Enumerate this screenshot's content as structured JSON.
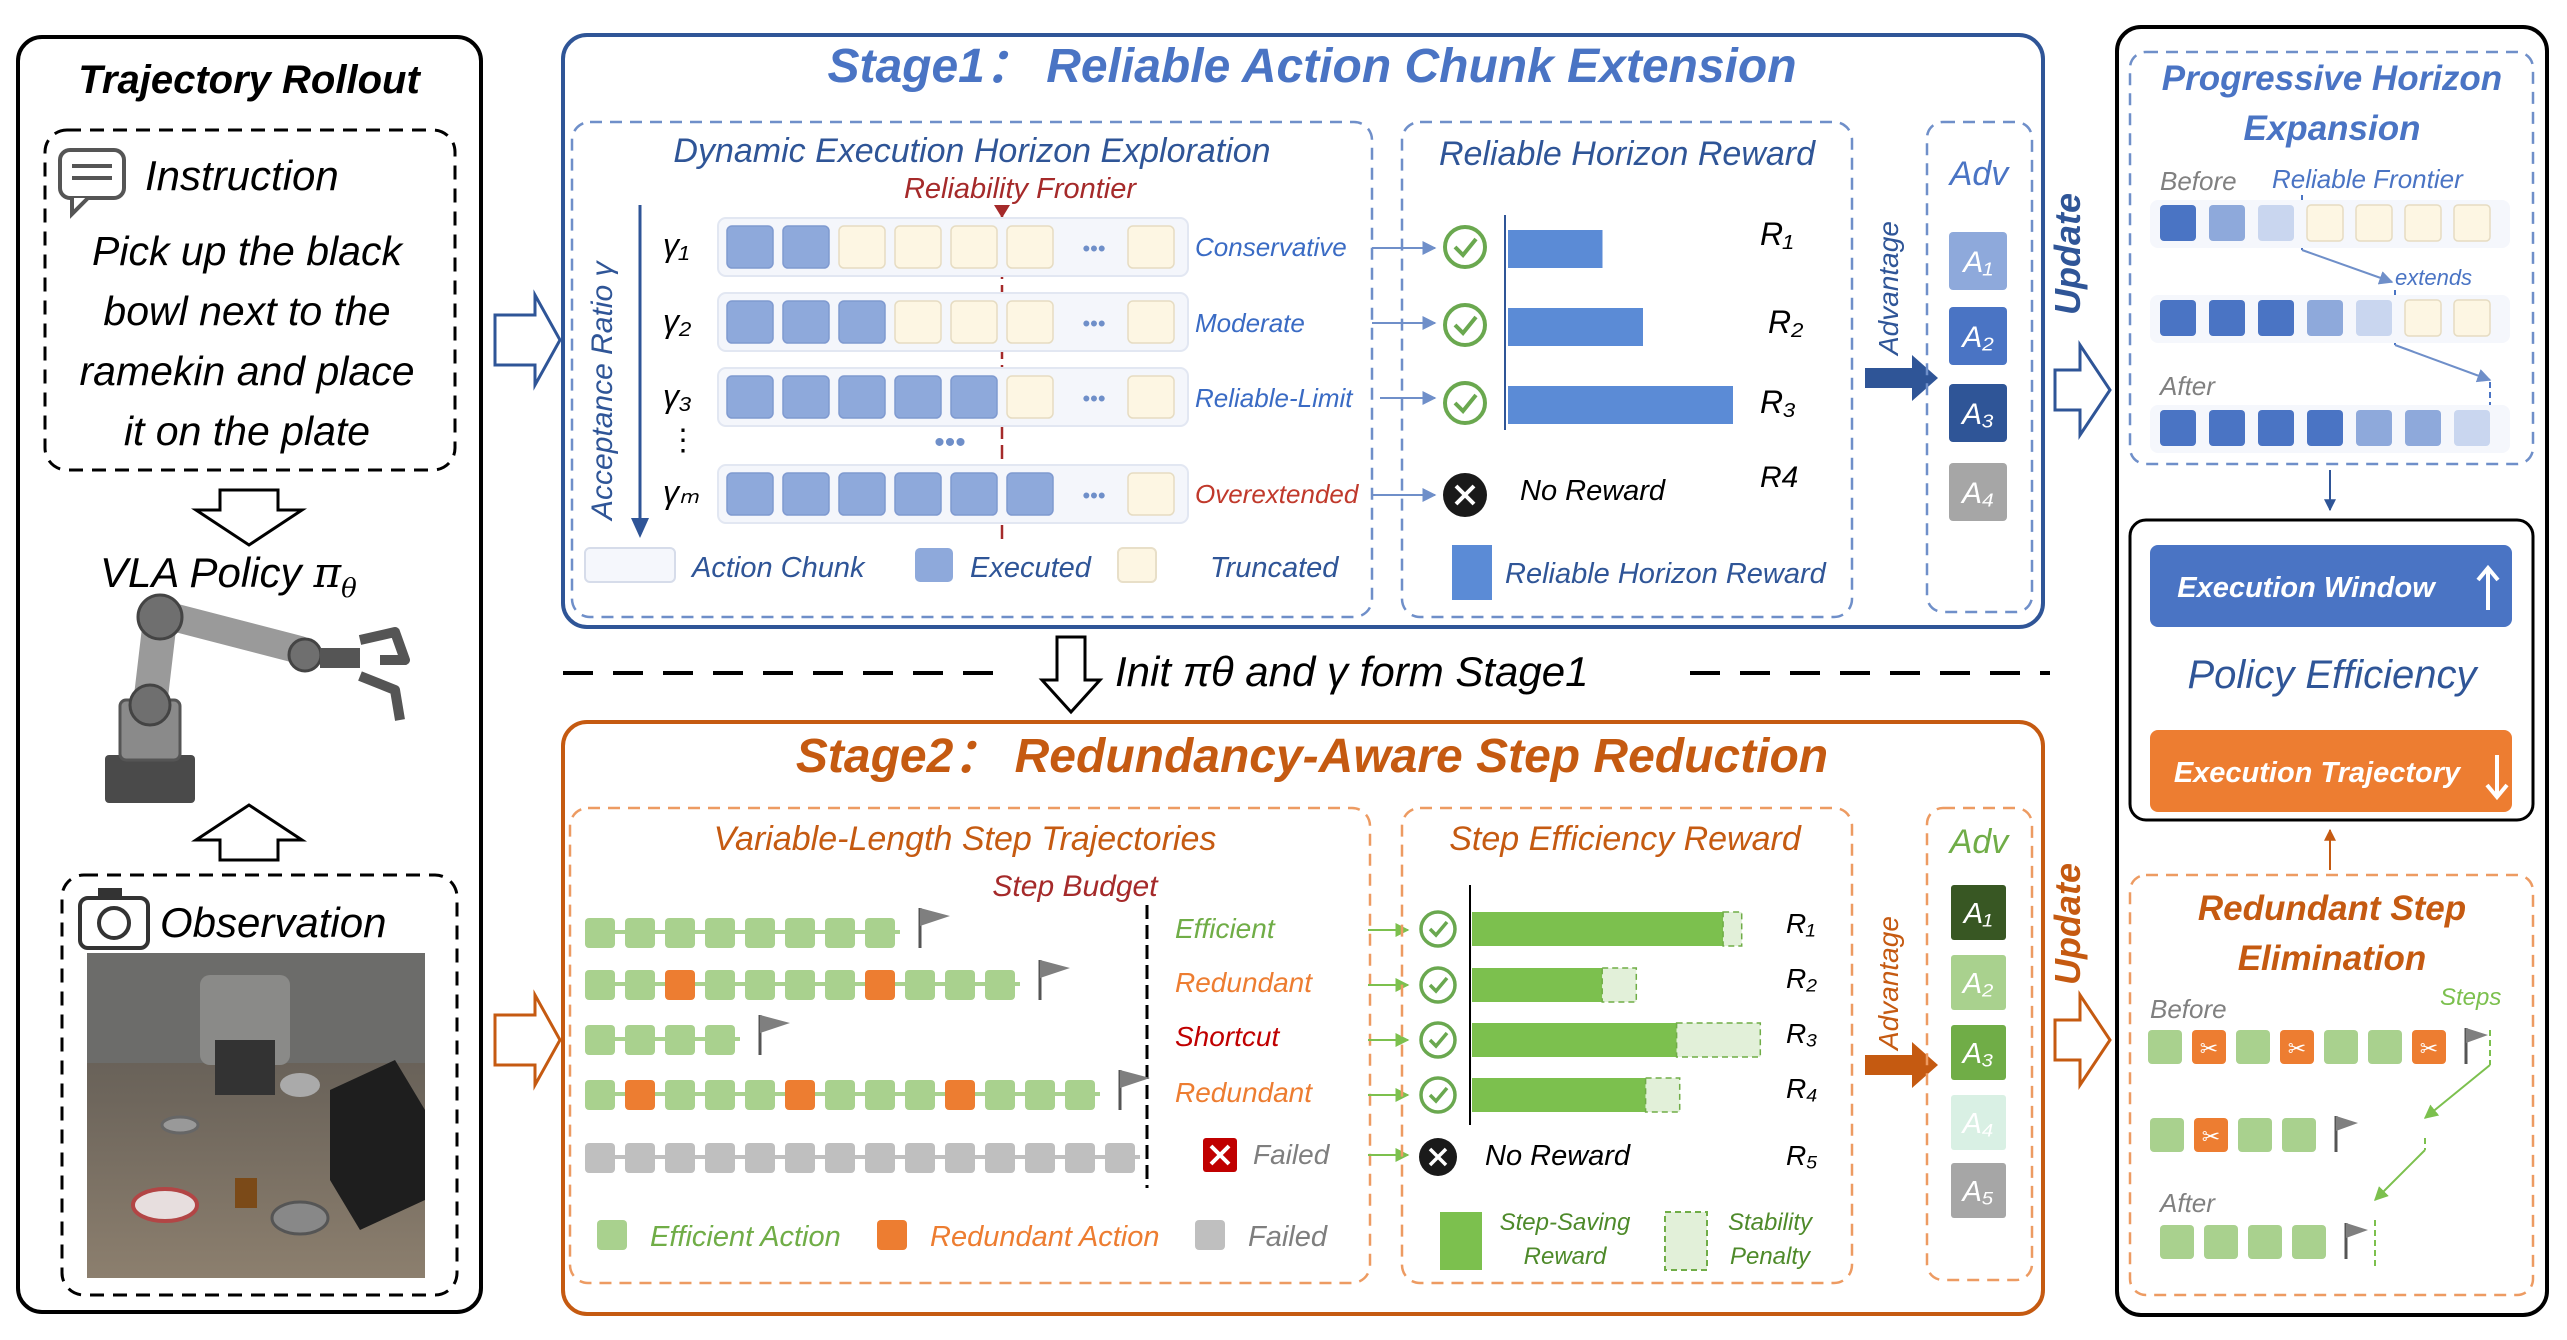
{
  "left": {
    "title": "Trajectory Rollout",
    "instruction_label": "Instruction",
    "instruction_lines": [
      "Pick up the black",
      "bowl next to the",
      "ramekin and place",
      "it on the plate"
    ],
    "policy": "VLA Policy",
    "observation_label": "Observation"
  },
  "stage1": {
    "title": "Stage1： Reliable Action Chunk Extension",
    "explore_title": "Dynamic Execution Horizon Exploration",
    "frontier": "Reliability Frontier",
    "axis": "Acceptance Ratio γ",
    "gammas": [
      "γ₁",
      "γ₂",
      "γ₃",
      "γₘ"
    ],
    "rows": [
      {
        "label": "Conservative",
        "exec": 2,
        "trunc": 5
      },
      {
        "label": "Moderate",
        "exec": 3,
        "trunc": 4
      },
      {
        "label": "Reliable-Limit",
        "exec": 5,
        "trunc": 2
      },
      {
        "label": "Overextended",
        "exec": 6,
        "trunc": 1
      }
    ],
    "legend": [
      "Action Chunk",
      "Executed",
      "Truncated"
    ],
    "reward_title": "Reliable Horizon Reward",
    "rewards": [
      {
        "name": "R₁",
        "value": 0.42,
        "ok": true
      },
      {
        "name": "R₂",
        "value": 0.6,
        "ok": true
      },
      {
        "name": "R₃",
        "value": 1.0,
        "ok": true
      },
      {
        "name": "R4",
        "value": 0,
        "ok": false
      }
    ],
    "no_reward": "No Reward",
    "reward_legend": "Reliable Horizon Reward",
    "advantage": "Advantage",
    "adv_title": "Adv",
    "adv": [
      "A₁",
      "A₂",
      "A₃",
      "A₄"
    ],
    "update": "Update"
  },
  "mid": {
    "init": "Init πθ and  γ  form Stage1"
  },
  "stage2": {
    "title": "Stage2： Redundancy-Aware Step Reduction",
    "traj_title": "Variable-Length Step Trajectories",
    "budget": "Step Budget",
    "rows": [
      {
        "label": "Efficient",
        "cells": "gggggggg",
        "flag": true
      },
      {
        "label": "Redundant",
        "cells": "ggrggggrggg",
        "flag": true
      },
      {
        "label": "Shortcut",
        "cells": "gggg",
        "flag": true
      },
      {
        "label": "Redundant",
        "cells": "grgggrgggrggg",
        "flag": true
      },
      {
        "label": "Failed",
        "cells": "xxxxxxxxxxxxxx",
        "flag": false
      }
    ],
    "legend": [
      "Efficient Action",
      "Redundant Action",
      "Failed"
    ],
    "reward_title": "Step Efficiency Reward",
    "rewards": [
      {
        "name": "R₁",
        "solid": 0.81,
        "penalty": 0.06
      },
      {
        "name": "R₂",
        "solid": 0.42,
        "penalty": 0.11
      },
      {
        "name": "R₃",
        "solid": 0.66,
        "penalty": 0.27
      },
      {
        "name": "R₄",
        "solid": 0.56,
        "penalty": 0.11
      },
      {
        "name": "R₅",
        "solid": 0,
        "penalty": 0
      }
    ],
    "no_reward": "No Reward",
    "legend_reward": [
      "Step-Saving",
      "Reward"
    ],
    "legend_penalty": [
      "Stability",
      "Penalty"
    ],
    "advantage": "Advantage",
    "adv_title": "Adv",
    "adv": [
      "A₁",
      "A₂",
      "A₃",
      "A₄",
      "A₅"
    ],
    "update": "Update"
  },
  "right": {
    "top_title": [
      "Progressive Horizon",
      "Expansion"
    ],
    "before": "Before",
    "frontier": "Reliable Frontier",
    "extends": "extends",
    "after": "After",
    "exec_window": "Execution Window",
    "efficiency": "Policy Efficiency",
    "exec_traj": "Execution Trajectory",
    "bottom_title": [
      "Redundant Step",
      "Elimination"
    ],
    "before2": "Before",
    "steps": "Steps",
    "after2": "After"
  },
  "colors": {
    "blue": "#2f5597",
    "blue_mid": "#4a74c4",
    "exec": "#8ea9db",
    "trunc": "#fdf6e3",
    "orange": "#c55a11",
    "green": "#92d050",
    "green_light": "#a9d18e",
    "red_cell": "#ed7d31",
    "gray": "#bfbfbf"
  }
}
